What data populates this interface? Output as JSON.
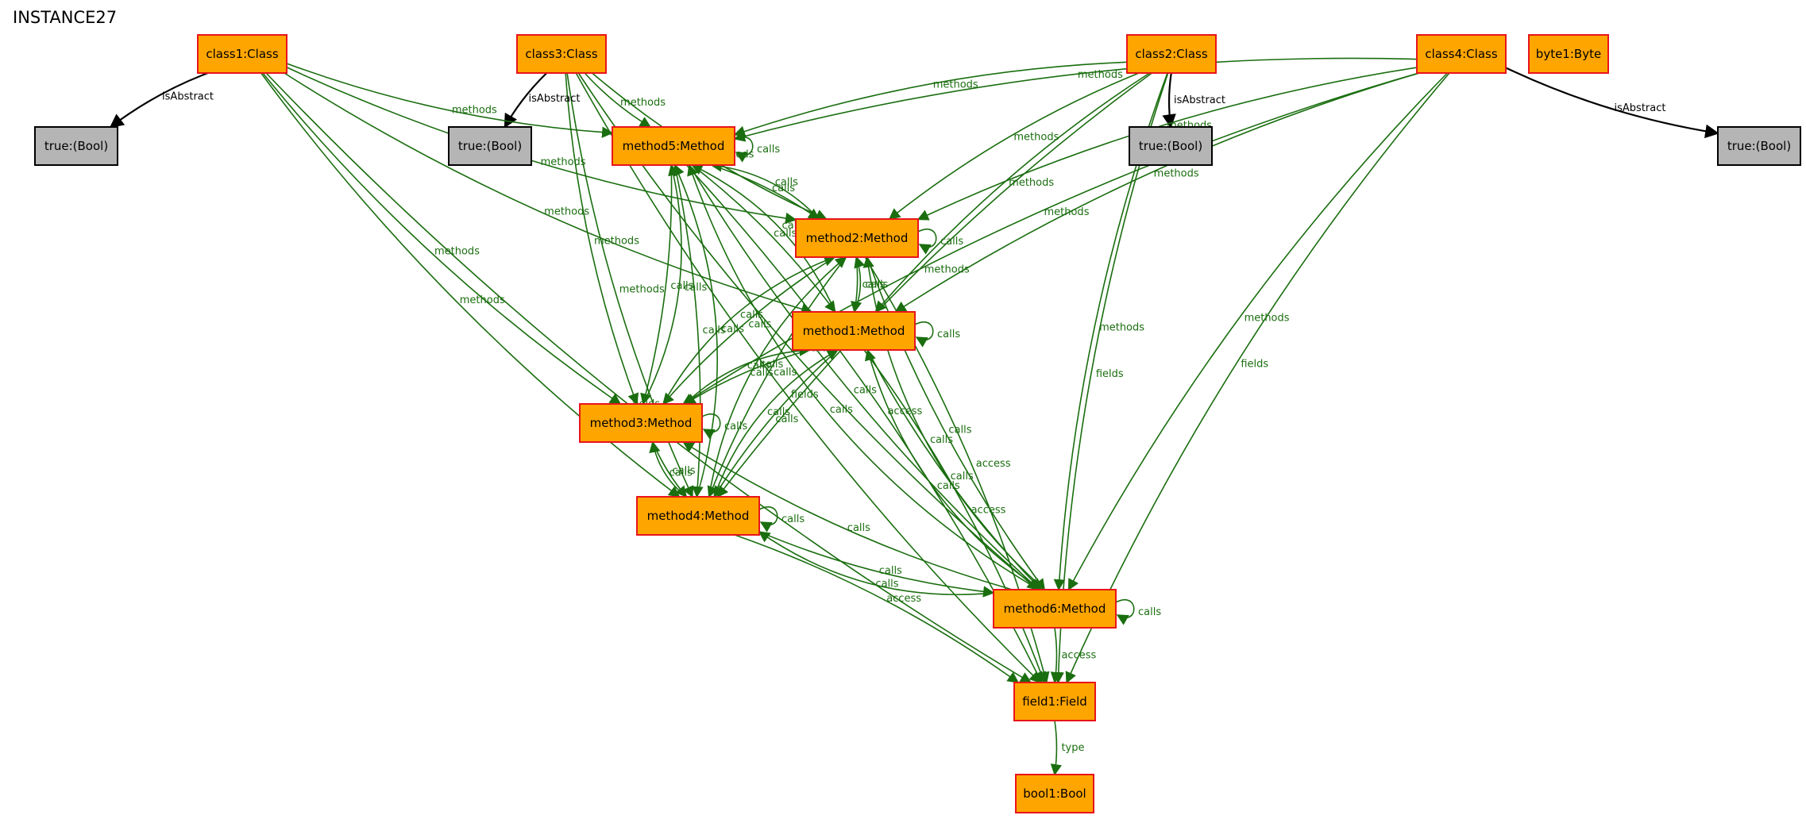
{
  "diagram": {
    "title": "INSTANCE27",
    "colors": {
      "node_fill": "#ffa500",
      "node_border": "#e8141b",
      "bool_fill": "#b5b5b5",
      "edge": "#1a6e0f",
      "edge_isabstract": "#000000"
    },
    "nodes": [
      {
        "id": "class1",
        "label": "class1:Class",
        "kind": "class"
      },
      {
        "id": "class3",
        "label": "class3:Class",
        "kind": "class"
      },
      {
        "id": "class2",
        "label": "class2:Class",
        "kind": "class"
      },
      {
        "id": "class4",
        "label": "class4:Class",
        "kind": "class"
      },
      {
        "id": "byte1",
        "label": "byte1:Byte",
        "kind": "class"
      },
      {
        "id": "true1",
        "label": "true:(Bool)",
        "kind": "bool"
      },
      {
        "id": "true3",
        "label": "true:(Bool)",
        "kind": "bool"
      },
      {
        "id": "true2",
        "label": "true:(Bool)",
        "kind": "bool"
      },
      {
        "id": "true4",
        "label": "true:(Bool)",
        "kind": "bool"
      },
      {
        "id": "method5",
        "label": "method5:Method",
        "kind": "class"
      },
      {
        "id": "method2",
        "label": "method2:Method",
        "kind": "class"
      },
      {
        "id": "method1",
        "label": "method1:Method",
        "kind": "class"
      },
      {
        "id": "method3",
        "label": "method3:Method",
        "kind": "class"
      },
      {
        "id": "method4",
        "label": "method4:Method",
        "kind": "class"
      },
      {
        "id": "method6",
        "label": "method6:Method",
        "kind": "class"
      },
      {
        "id": "field1",
        "label": "field1:Field",
        "kind": "class"
      },
      {
        "id": "bool1",
        "label": "bool1:Bool",
        "kind": "class"
      }
    ],
    "edges": [
      {
        "from": "class1",
        "to": "true1",
        "label": "isAbstract"
      },
      {
        "from": "class3",
        "to": "true3",
        "label": "isAbstract"
      },
      {
        "from": "class2",
        "to": "true2",
        "label": "isAbstract"
      },
      {
        "from": "class4",
        "to": "true4",
        "label": "isAbstract"
      },
      {
        "from": "class1",
        "to": "method5",
        "label": "methods"
      },
      {
        "from": "class1",
        "to": "method2",
        "label": "methods"
      },
      {
        "from": "class1",
        "to": "method1",
        "label": "methods"
      },
      {
        "from": "class1",
        "to": "method3",
        "label": "methods"
      },
      {
        "from": "class1",
        "to": "method4",
        "label": "methods"
      },
      {
        "from": "class1",
        "to": "field1",
        "label": "fields"
      },
      {
        "from": "class3",
        "to": "method5",
        "label": "methods"
      },
      {
        "from": "class3",
        "to": "method2",
        "label": "methods"
      },
      {
        "from": "class3",
        "to": "method3",
        "label": "methods"
      },
      {
        "from": "class3",
        "to": "method4",
        "label": "methods"
      },
      {
        "from": "class3",
        "to": "method6",
        "label": "methods"
      },
      {
        "from": "class3",
        "to": "field1",
        "label": "fields"
      },
      {
        "from": "class2",
        "to": "method5",
        "label": "methods"
      },
      {
        "from": "class2",
        "to": "method2",
        "label": "methods"
      },
      {
        "from": "class2",
        "to": "method1",
        "label": "methods"
      },
      {
        "from": "class2",
        "to": "method4",
        "label": "methods"
      },
      {
        "from": "class2",
        "to": "method6",
        "label": "methods"
      },
      {
        "from": "class2",
        "to": "field1",
        "label": "fields"
      },
      {
        "from": "class4",
        "to": "method5",
        "label": "methods"
      },
      {
        "from": "class4",
        "to": "method2",
        "label": "methods"
      },
      {
        "from": "class4",
        "to": "method1",
        "label": "methods"
      },
      {
        "from": "class4",
        "to": "method3",
        "label": "methods"
      },
      {
        "from": "class4",
        "to": "method6",
        "label": "methods"
      },
      {
        "from": "class4",
        "to": "field1",
        "label": "fields"
      },
      {
        "from": "method5",
        "to": "method5",
        "label": "calls"
      },
      {
        "from": "method5",
        "to": "method2",
        "label": "calls"
      },
      {
        "from": "method2",
        "to": "method5",
        "label": "calls"
      },
      {
        "from": "method5",
        "to": "method1",
        "label": "calls"
      },
      {
        "from": "method1",
        "to": "method5",
        "label": "calls"
      },
      {
        "from": "method5",
        "to": "method3",
        "label": "calls"
      },
      {
        "from": "method3",
        "to": "method5",
        "label": "calls"
      },
      {
        "from": "method5",
        "to": "method4",
        "label": "calls"
      },
      {
        "from": "method4",
        "to": "method5",
        "label": "calls"
      },
      {
        "from": "method5",
        "to": "method6",
        "label": "calls"
      },
      {
        "from": "method6",
        "to": "method5",
        "label": "calls"
      },
      {
        "from": "method5",
        "to": "field1",
        "label": "access"
      },
      {
        "from": "method2",
        "to": "method2",
        "label": "calls"
      },
      {
        "from": "method2",
        "to": "method1",
        "label": "calls"
      },
      {
        "from": "method1",
        "to": "method2",
        "label": "calls"
      },
      {
        "from": "method2",
        "to": "method3",
        "label": "calls"
      },
      {
        "from": "method3",
        "to": "method2",
        "label": "calls"
      },
      {
        "from": "method2",
        "to": "method4",
        "label": "calls"
      },
      {
        "from": "method4",
        "to": "method2",
        "label": "calls"
      },
      {
        "from": "method2",
        "to": "method6",
        "label": "calls"
      },
      {
        "from": "method6",
        "to": "method2",
        "label": "calls"
      },
      {
        "from": "method2",
        "to": "field1",
        "label": "access"
      },
      {
        "from": "method1",
        "to": "method1",
        "label": "calls"
      },
      {
        "from": "method1",
        "to": "method3",
        "label": "calls"
      },
      {
        "from": "method3",
        "to": "method1",
        "label": "calls"
      },
      {
        "from": "method1",
        "to": "method4",
        "label": "calls"
      },
      {
        "from": "method4",
        "to": "method1",
        "label": "calls"
      },
      {
        "from": "method1",
        "to": "method6",
        "label": "calls"
      },
      {
        "from": "method6",
        "to": "method1",
        "label": "calls"
      },
      {
        "from": "method1",
        "to": "field1",
        "label": "access"
      },
      {
        "from": "method3",
        "to": "method3",
        "label": "calls"
      },
      {
        "from": "method3",
        "to": "method4",
        "label": "calls"
      },
      {
        "from": "method4",
        "to": "method3",
        "label": "calls"
      },
      {
        "from": "method6",
        "to": "method3",
        "label": "calls"
      },
      {
        "from": "method4",
        "to": "method4",
        "label": "calls"
      },
      {
        "from": "method4",
        "to": "method6",
        "label": "calls"
      },
      {
        "from": "method6",
        "to": "method4",
        "label": "calls"
      },
      {
        "from": "method4",
        "to": "field1",
        "label": "access"
      },
      {
        "from": "method6",
        "to": "method6",
        "label": "calls"
      },
      {
        "from": "method6",
        "to": "field1",
        "label": "access"
      },
      {
        "from": "field1",
        "to": "bool1",
        "label": "type"
      }
    ]
  }
}
